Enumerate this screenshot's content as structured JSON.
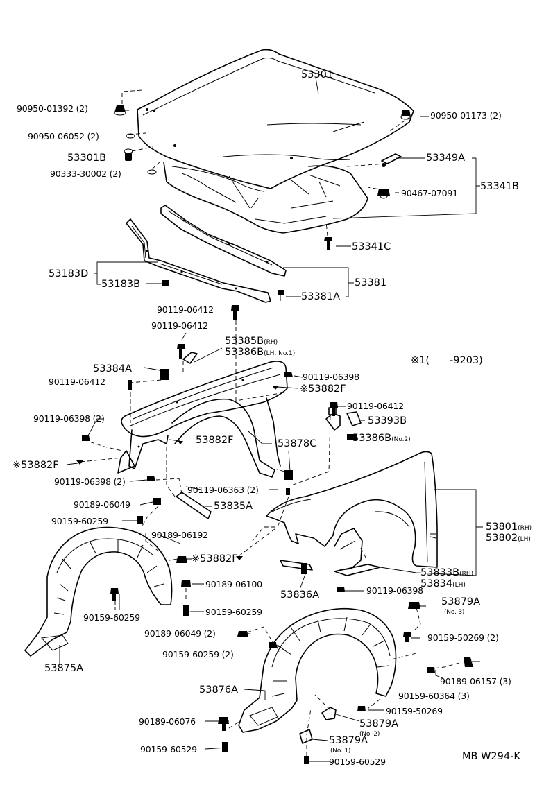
{
  "labels": {
    "hood": "53301",
    "cushion_90950_01392": "90950-01392 (2)",
    "cushion_90950_06052": "90950-06052 (2)",
    "hood_bumper": "53301B",
    "plug_90333": "90333-30002 (2)",
    "cushion_90950_01173": "90950-01173 (2)",
    "lock_53349a": "53349A",
    "nut_90467": "90467-07091",
    "lock_assy_53341b": "53341B",
    "cushion_53341c": "53341C",
    "seal_53183d": "53183D",
    "clip_53183b": "53183B",
    "seal_53381": "53381",
    "clip_53381a": "53381A",
    "bolt_top_06412": "90119-06412",
    "bolt_mid_06412": "90119-06412",
    "bracket_53385b": "53385B",
    "bracket_53385b_sfx": "(RH)",
    "bracket_53386b": "53386B",
    "bracket_53386b_sfx": "(LH, No.1)",
    "bracket_53384a": "53384A",
    "bolt_left_06412": "90119-06412",
    "bolt_06398_right": "90119-06398",
    "pad_53882f_right": "※53882F",
    "note_star": "※1(　　-9203)",
    "bolt_06398_2": "90119-06398 (2)",
    "pad_53882f_mid": "53882F",
    "bolt_06412_right": "90119-06412",
    "bracket_53393b": "53393B",
    "bracket_53386b_no2": "53386B",
    "bracket_53386b_no2_sfx": "(No.2)",
    "pad_53882f_left": "※53882F",
    "seal_53878c": "53878C",
    "bolt_06398_2b": "90119-06398 (2)",
    "bolt_06363": "90119-06363 (2)",
    "screw_90189_06049": "90189-06049",
    "bracket_53835a": "53835A",
    "screw_60259_a": "90159-60259",
    "fender_53801": "53801",
    "fender_53801_sfx": "(RH)",
    "fender_53802": "53802",
    "fender_53802_sfx": "(LH)",
    "screw_90189_06192": "90189-06192",
    "pad_53882f_low": "※53882F",
    "bracket_53833b": "53833B",
    "bracket_53833b_sfx": "(RH)",
    "bracket_53834": "53834",
    "bracket_53834_sfx": "(LH)",
    "screw_90189_06100": "90189-06100",
    "seal_53836a": "53836A",
    "bolt_06398_low": "90119-06398",
    "screw_60259_b": "90159-60259",
    "screw_60259_c": "90159-60259",
    "liner_53875a": "53875A",
    "clip_53879a_3": "53879A",
    "clip_53879a_3_sfx": "(No. 3)",
    "screw_90189_06049_2": "90189-06049 (2)",
    "screw_50269_2": "90159-50269 (2)",
    "screw_60259_2": "90159-60259 (2)",
    "screw_90189_06157": "90189-06157 (3)",
    "liner_53876a": "53876A",
    "screw_60364": "90159-60364 (3)",
    "screw_50269": "90159-50269",
    "screw_90189_06076": "90189-06076",
    "clip_53879a_2": "53879A",
    "clip_53879a_2_sfx": "(No. 2)",
    "clip_53879a_1": "53879A",
    "clip_53879a_1_sfx": "(No. 1)",
    "screw_60529_a": "90159-60529",
    "screw_60529_b": "90159-60529",
    "ref_code": "MB W294-K"
  }
}
